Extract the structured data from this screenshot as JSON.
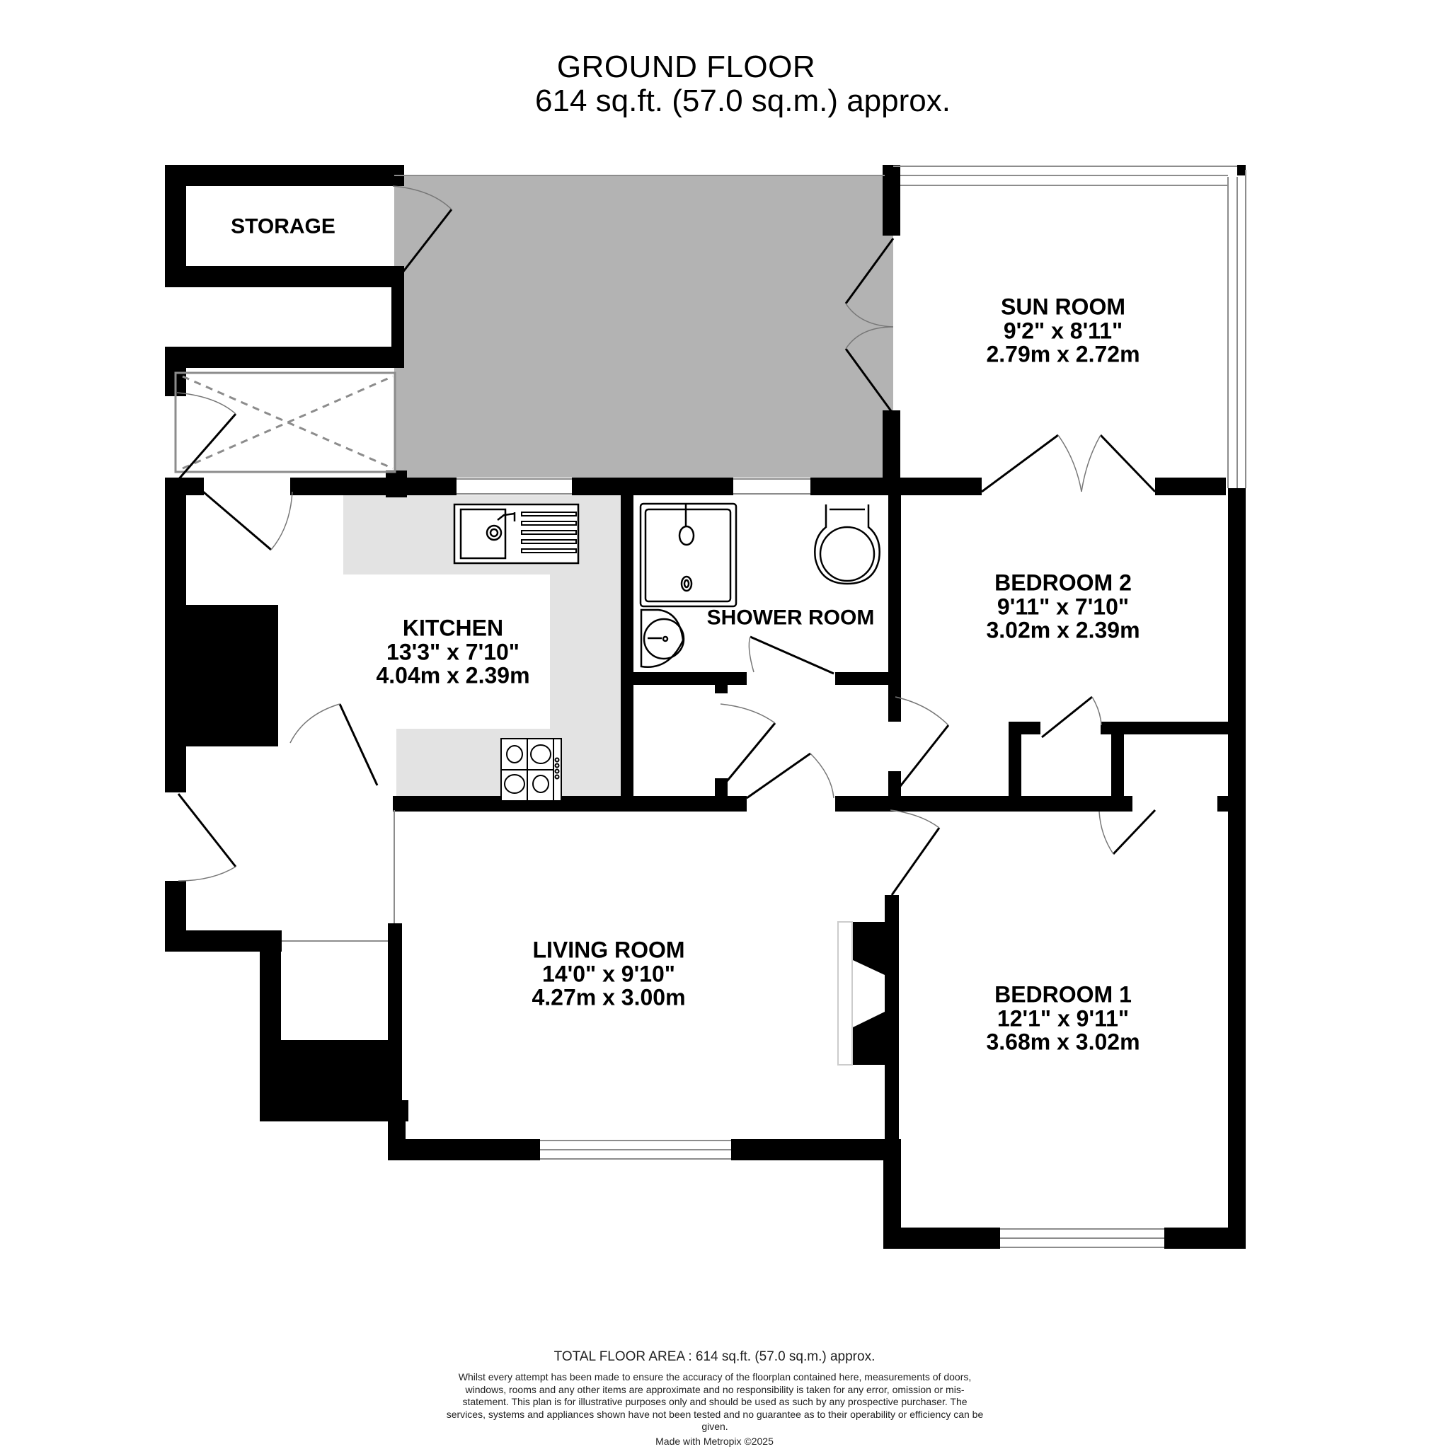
{
  "header": {
    "floor_name": "GROUND FLOOR",
    "floor_area": "614 sq.ft. (57.0 sq.m.) approx."
  },
  "colors": {
    "wall": "#000000",
    "lean_to_fill": "#b3b3b3",
    "worktop_fill": "#e3e3e3",
    "window_line": "#8c8c8c",
    "background": "#ffffff"
  },
  "rooms": {
    "storage": {
      "name": "STORAGE"
    },
    "sun_room": {
      "name": "SUN ROOM",
      "imperial": "9'2\"  x 8'11\"",
      "metric": "2.79m  x 2.72m"
    },
    "kitchen": {
      "name": "KITCHEN",
      "imperial": "13'3\"  x 7'10\"",
      "metric": "4.04m  x 2.39m"
    },
    "shower_room": {
      "name": "SHOWER ROOM"
    },
    "bedroom_2": {
      "name": "BEDROOM 2",
      "imperial": "9'11\"  x 7'10\"",
      "metric": "3.02m  x 2.39m"
    },
    "living_room": {
      "name": "LIVING ROOM",
      "imperial": "14'0\"  x 9'10\"",
      "metric": "4.27m  x 3.00m"
    },
    "bedroom_1": {
      "name": "BEDROOM 1",
      "imperial": "12'1\"  x 9'11\"",
      "metric": "3.68m  x 3.02m"
    }
  },
  "fixtures": [
    "kitchen-sink",
    "hob",
    "shower-tray",
    "wash-basin",
    "toilet",
    "fireplace",
    "skylight-void"
  ],
  "footer": {
    "total": "TOTAL FLOOR AREA : 614 sq.ft. (57.0 sq.m.) approx.",
    "disclaimer": "Whilst every attempt has been made to ensure the accuracy of the floorplan contained here, measurements of doors, windows, rooms and any other items are approximate and no responsibility is taken for any error, omission or mis-statement. This plan is for illustrative purposes only and should be used as such by any prospective purchaser. The services, systems and appliances shown have not been tested and no guarantee as to their operability or efficiency can be given.",
    "credit": "Made with Metropix ©2025"
  }
}
